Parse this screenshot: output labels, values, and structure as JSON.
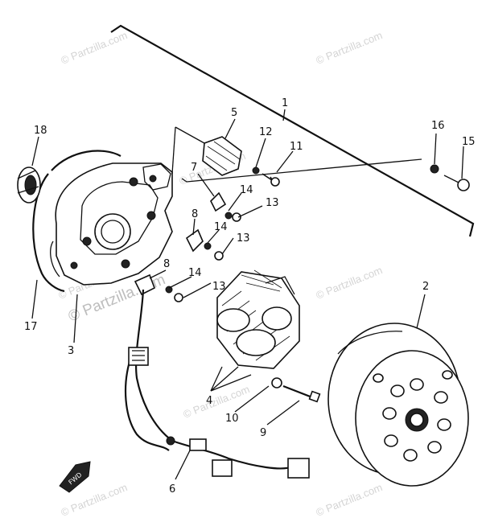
{
  "watermarks": [
    "© Partzilla.com",
    "© Partzilla.com",
    "© Partzilla.com",
    "© Partzilla.com",
    "© Partzilla.com",
    "© Partzilla.com",
    "© Partzilla.com",
    "© Partzilla.com"
  ],
  "center_watermark": "© Partzilla.com",
  "callouts": {
    "c1": "1",
    "c2": "2",
    "c3": "3",
    "c4": "4",
    "c5": "5",
    "c6": "6",
    "c7": "7",
    "c8a": "8",
    "c8b": "8",
    "c9": "9",
    "c10": "10",
    "c11": "11",
    "c12": "12",
    "c13a": "13",
    "c13b": "13",
    "c13c": "13",
    "c14a": "14",
    "c14b": "14",
    "c14c": "14",
    "c15": "15",
    "c16": "16",
    "c17": "17",
    "c18": "18"
  },
  "fwd_label": "FWD"
}
